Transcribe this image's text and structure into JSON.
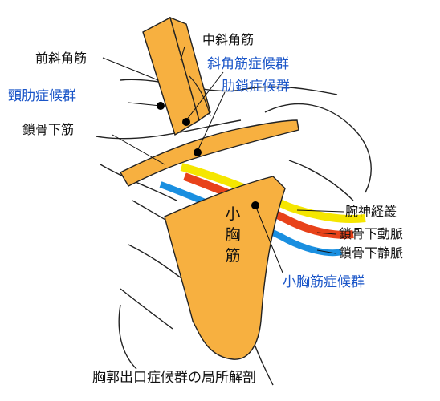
{
  "labels": {
    "anterior_scalene": "前斜角筋",
    "middle_scalene": "中斜角筋",
    "scalene_syndrome": "斜角筋症候群",
    "costoclavicular_syndrome": "肋鎖症候群",
    "cervical_rib_syndrome": "頸肋症候群",
    "subclavius": "鎖骨下筋",
    "brachial_plexus": "腕神経叢",
    "subclavian_artery": "鎖骨下動脈",
    "subclavian_vein": "鎖骨下静脈",
    "pectoralis_minor": "小胸筋",
    "pectoralis_minor_syndrome": "小胸筋症候群"
  },
  "pectoralis_minor_chars": [
    "小",
    "胸",
    "筋"
  ],
  "caption": "胸郭出口症候群の局所解剖",
  "colors": {
    "muscle": "#f7b040",
    "nerve": "#f5e600",
    "artery": "#e8421a",
    "vein": "#1a8fe0",
    "syndrome_label": "#1a55c8"
  }
}
